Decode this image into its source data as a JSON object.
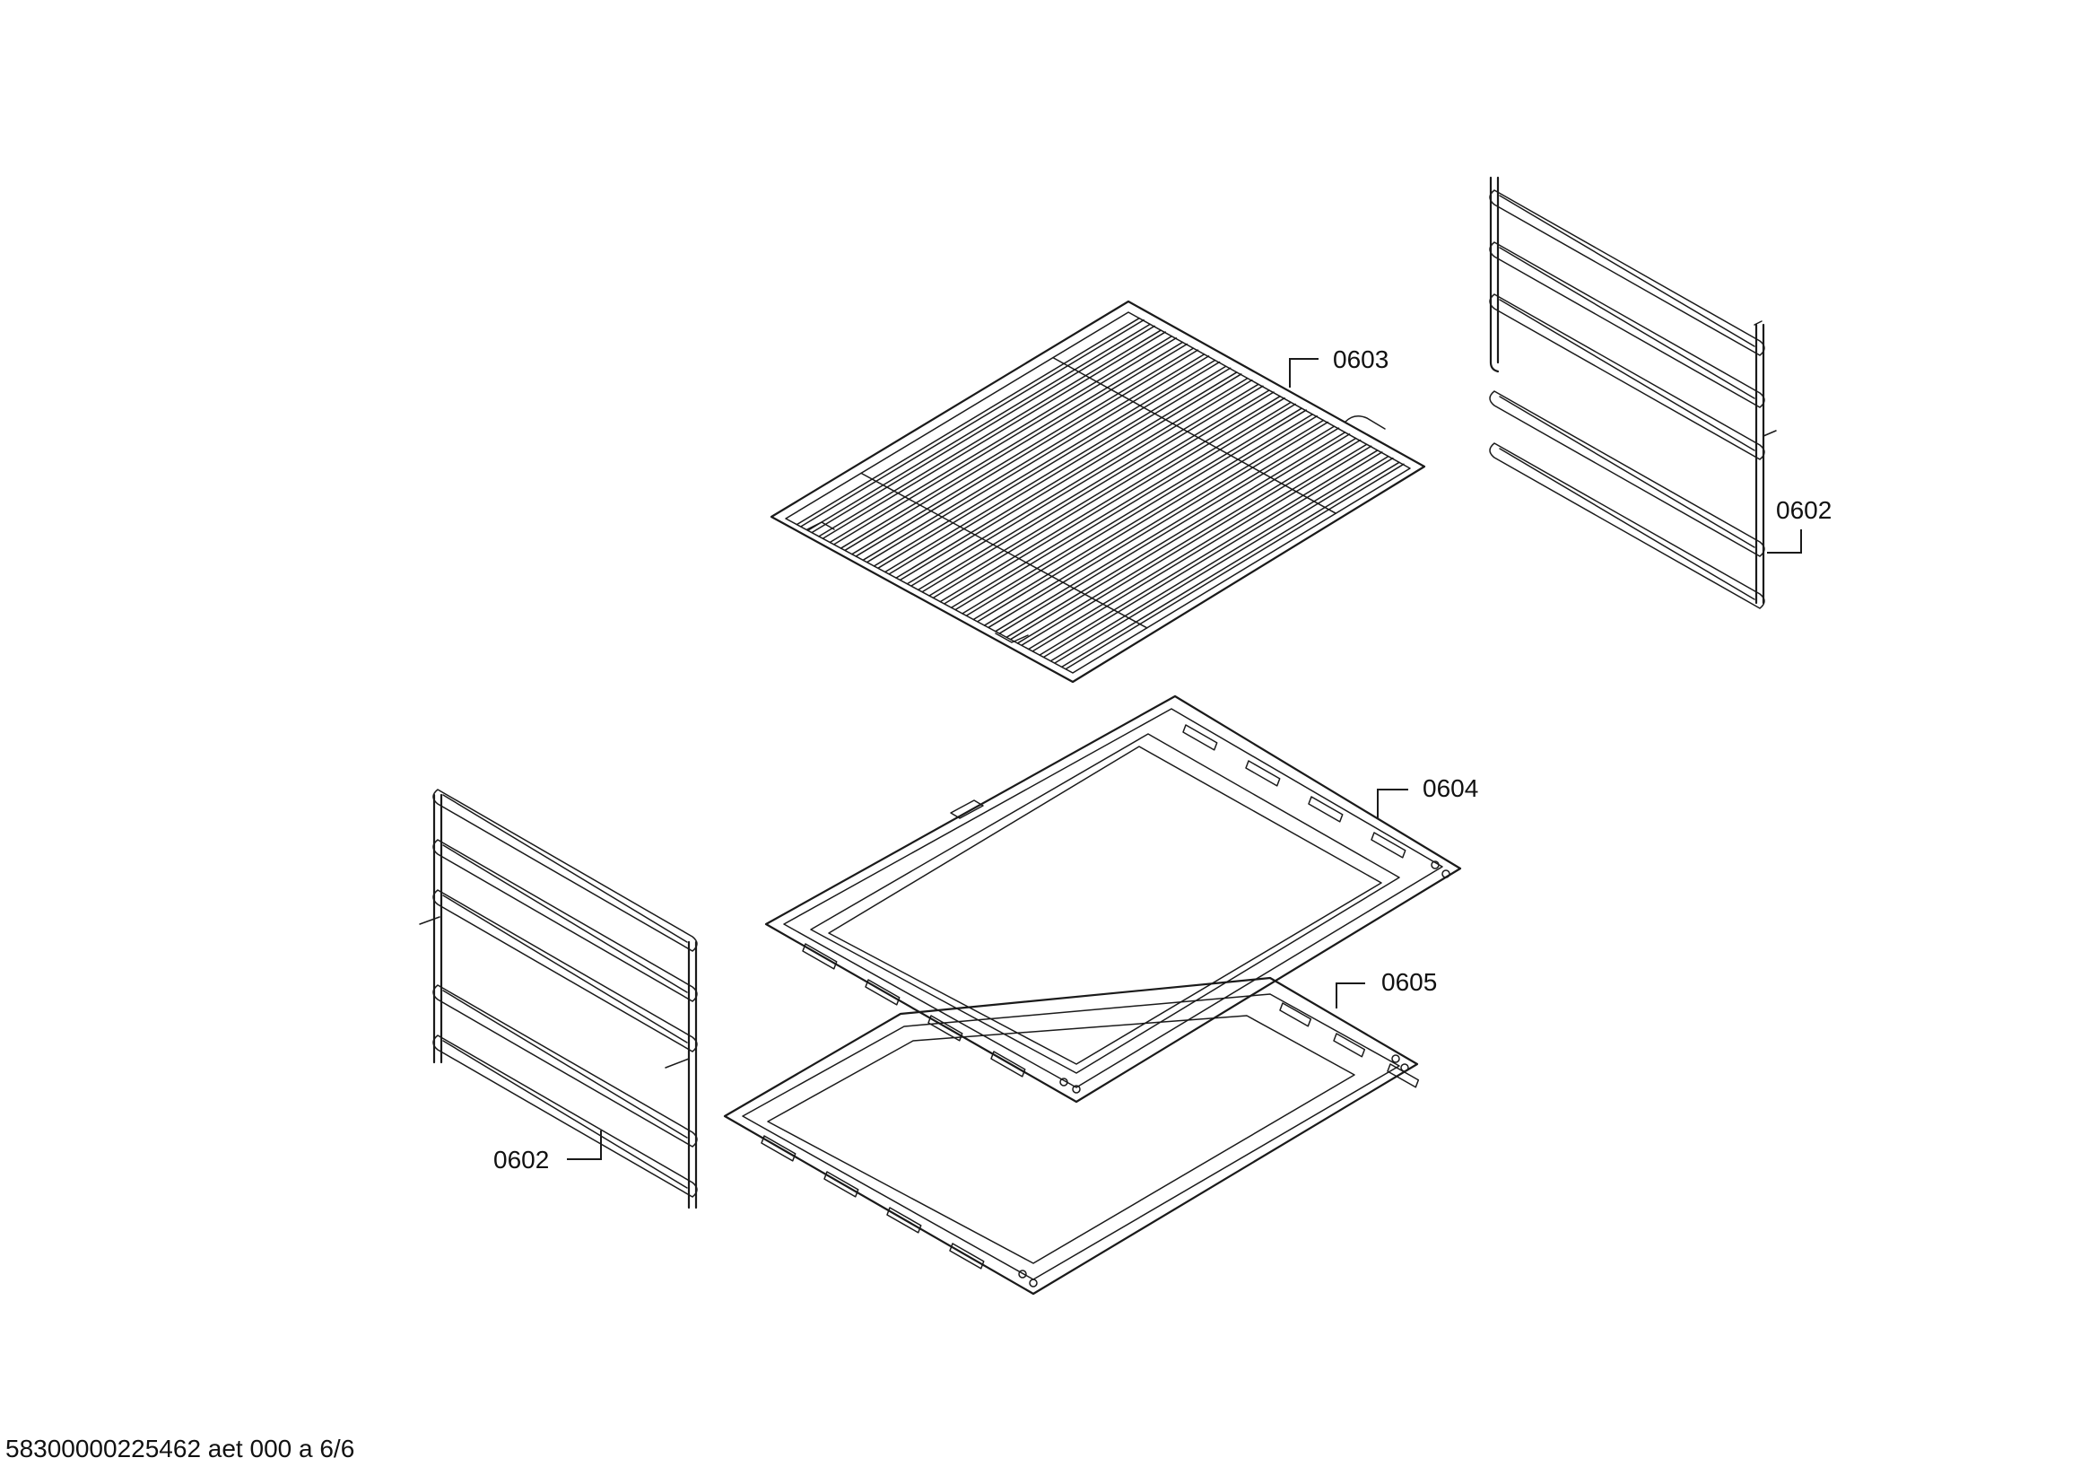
{
  "parts": {
    "wire_rack": {
      "number": "0603"
    },
    "shelf_support_right": {
      "number": "0602"
    },
    "shelf_support_left": {
      "number": "0602"
    },
    "baking_tray": {
      "number": "0604"
    },
    "deep_tray": {
      "number": "0605"
    }
  },
  "footer": {
    "document_code": "58300000225462 aet 000 a 6/6"
  },
  "colors": {
    "line": "#1a1a1a",
    "background": "#ffffff"
  }
}
